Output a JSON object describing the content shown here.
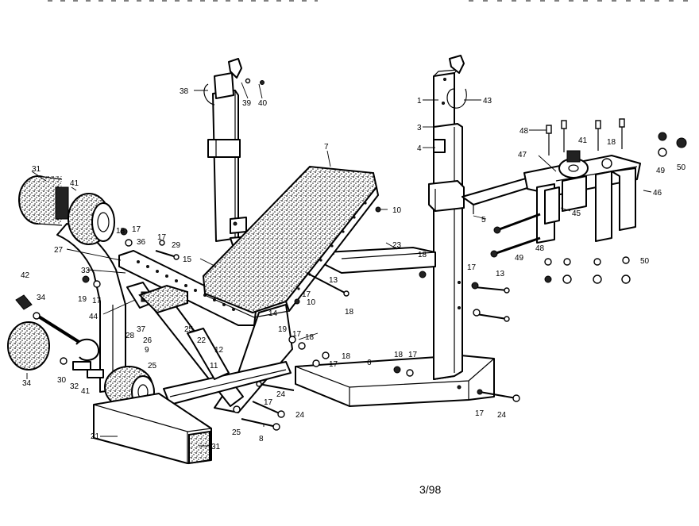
{
  "drawing_code": "3/98",
  "part_callouts": [
    "38",
    "39",
    "40",
    "1",
    "43",
    "3",
    "4",
    "7",
    "48",
    "41",
    "18",
    "49",
    "50",
    "47",
    "46",
    "45",
    "31",
    "41",
    "18",
    "17",
    "36",
    "17",
    "29",
    "15",
    "27",
    "33",
    "42",
    "34",
    "19",
    "17",
    "44",
    "37",
    "28",
    "26",
    "9",
    "25",
    "25",
    "22",
    "12",
    "11",
    "14",
    "19",
    "17",
    "18",
    "18",
    "18",
    "17",
    "10",
    "10",
    "5",
    "23",
    "18",
    "17",
    "13",
    "13",
    "17",
    "18",
    "6",
    "18",
    "17",
    "24",
    "17",
    "24",
    "17",
    "24",
    "25",
    "8",
    "21",
    "31",
    "34",
    "30",
    "32",
    "41",
    "48",
    "49",
    "50"
  ]
}
